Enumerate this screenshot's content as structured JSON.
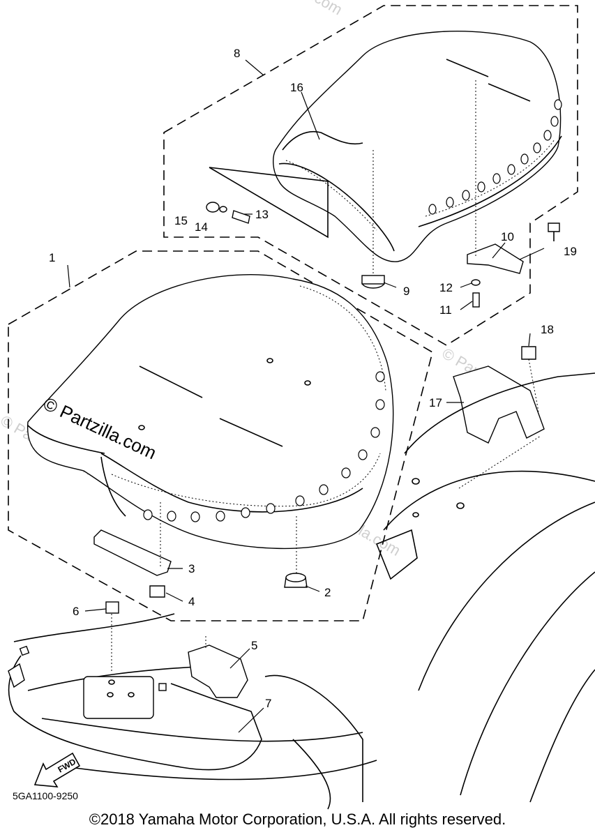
{
  "diagram": {
    "callouts": [
      "1",
      "2",
      "3",
      "4",
      "5",
      "6",
      "7",
      "8",
      "9",
      "10",
      "11",
      "12",
      "13",
      "14",
      "15",
      "16",
      "17",
      "18",
      "19"
    ],
    "watermarks": [
      "© Partzilla.com"
    ],
    "fwd_label": "FWD",
    "part_code": "5GA1100-9250",
    "copyright": "©2018 Yamaha Motor Corporation, U.S.A. All rights reserved."
  }
}
